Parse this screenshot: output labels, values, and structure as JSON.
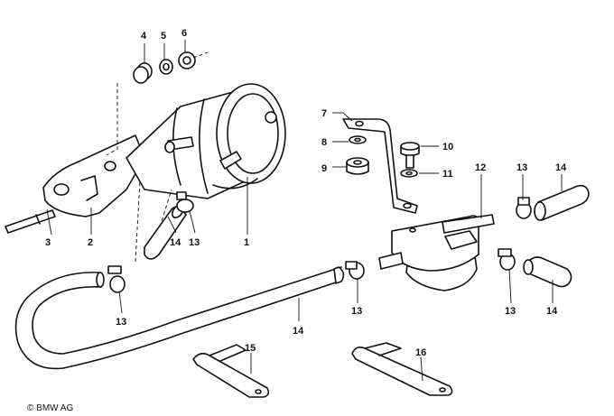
{
  "callouts": {
    "c1": "1",
    "c2": "2",
    "c3": "3",
    "c4": "4",
    "c5": "5",
    "c6": "6",
    "c7": "7",
    "c8": "8",
    "c9": "9",
    "c10": "10",
    "c11": "11",
    "c12": "12",
    "c13a": "13",
    "c13b": "13",
    "c13c": "13",
    "c13d": "13",
    "c13e": "13",
    "c14a": "14",
    "c14b": "14",
    "c14c": "14",
    "c14d": "14",
    "c15": "15",
    "c16": "16"
  },
  "copyright": "© BMW AG"
}
